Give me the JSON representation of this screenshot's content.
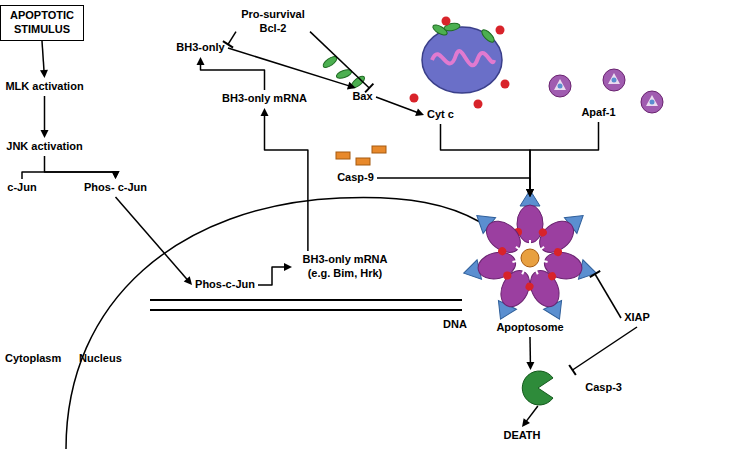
{
  "diagram": {
    "nodes": [
      {
        "text": [
          "APOPTOTIC STIMULUS"
        ]
      },
      {
        "text": [
          "MLK activation"
        ]
      },
      {
        "text": [
          "JNK activation"
        ]
      },
      {
        "text": [
          "c-Jun"
        ]
      },
      {
        "text": [
          "Phos- c-Jun"
        ]
      },
      {
        "text": [
          "Phos-c-Jun"
        ]
      },
      {
        "text": [
          "BH3-only mRNA (e.g. Bim, Hrk)"
        ]
      },
      {
        "text": [
          "BH3-only mRNA"
        ]
      },
      {
        "text": [
          "BH3-only"
        ]
      },
      {
        "text": [
          "Pro-survival Bcl-2"
        ]
      },
      {
        "text": [
          "Bax"
        ]
      },
      {
        "text": [
          "Cyt c"
        ]
      },
      {
        "text": [
          "Apaf-1"
        ]
      },
      {
        "text": [
          "Casp-9"
        ]
      },
      {
        "text": [
          "Apoptosome"
        ]
      },
      {
        "text": [
          "XIAP"
        ]
      },
      {
        "text": [
          "Casp-3"
        ]
      },
      {
        "text": [
          "DEATH"
        ]
      }
    ],
    "edges": [
      {
        "from": 0,
        "to": 1,
        "arrow": "to"
      },
      {
        "from": 1,
        "to": 2,
        "arrow": "to"
      },
      {
        "from": 2,
        "to": 4,
        "arrow": "to"
      },
      {
        "from": 3,
        "to": 4,
        "arrow": "to"
      },
      {
        "from": 4,
        "to": 5,
        "arrow": "to"
      },
      {
        "from": 5,
        "to": 6,
        "arrow": "to"
      },
      {
        "from": 6,
        "to": 7,
        "arrow": "to"
      },
      {
        "from": 7,
        "to": 8,
        "arrow": "to"
      },
      {
        "from": 9,
        "to": 8,
        "arrow": "to"
      },
      {
        "from": 9,
        "to": 10,
        "arrow": "to"
      },
      {
        "from": 8,
        "to": 10,
        "arrow": "to"
      },
      {
        "from": 10,
        "to": 11,
        "arrow": "to"
      },
      {
        "from": 11,
        "to": 14,
        "arrow": "to"
      },
      {
        "from": 12,
        "to": 14,
        "arrow": "to"
      },
      {
        "from": 13,
        "to": 14,
        "arrow": "to"
      },
      {
        "from": 15,
        "to": 14,
        "arrow": "to"
      },
      {
        "from": 15,
        "to": 16,
        "arrow": "to"
      },
      {
        "from": 14,
        "to": 16,
        "arrow": "to"
      },
      {
        "from": 16,
        "to": 17,
        "arrow": "to"
      }
    ],
    "labels": [
      "Cytoplasm",
      "Nucleus",
      "DNA"
    ]
  }
}
